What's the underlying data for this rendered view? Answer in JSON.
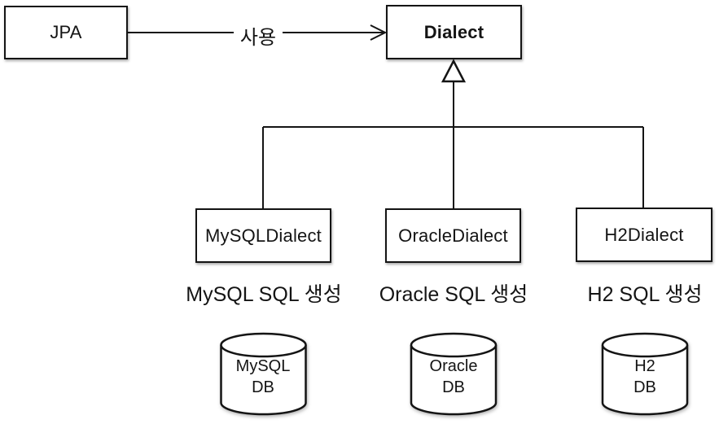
{
  "nodes": {
    "jpa": {
      "label": "JPA"
    },
    "dialect": {
      "label": "Dialect"
    },
    "mysqlDialect": {
      "label": "MySQLDialect"
    },
    "oracleDialect": {
      "label": "OracleDialect"
    },
    "h2Dialect": {
      "label": "H2Dialect"
    }
  },
  "edges": {
    "use": {
      "label": "사용"
    }
  },
  "captions": {
    "mysql": "MySQL SQL 생성",
    "oracle": "Oracle SQL 생성",
    "h2": "H2 SQL 생성"
  },
  "databases": {
    "mysql": {
      "name": "MySQL",
      "type": "DB"
    },
    "oracle": {
      "name": "Oracle",
      "type": "DB"
    },
    "h2": {
      "name": "H2",
      "type": "DB"
    }
  },
  "colors": {
    "stroke": "#141414",
    "background": "#ffffff"
  }
}
